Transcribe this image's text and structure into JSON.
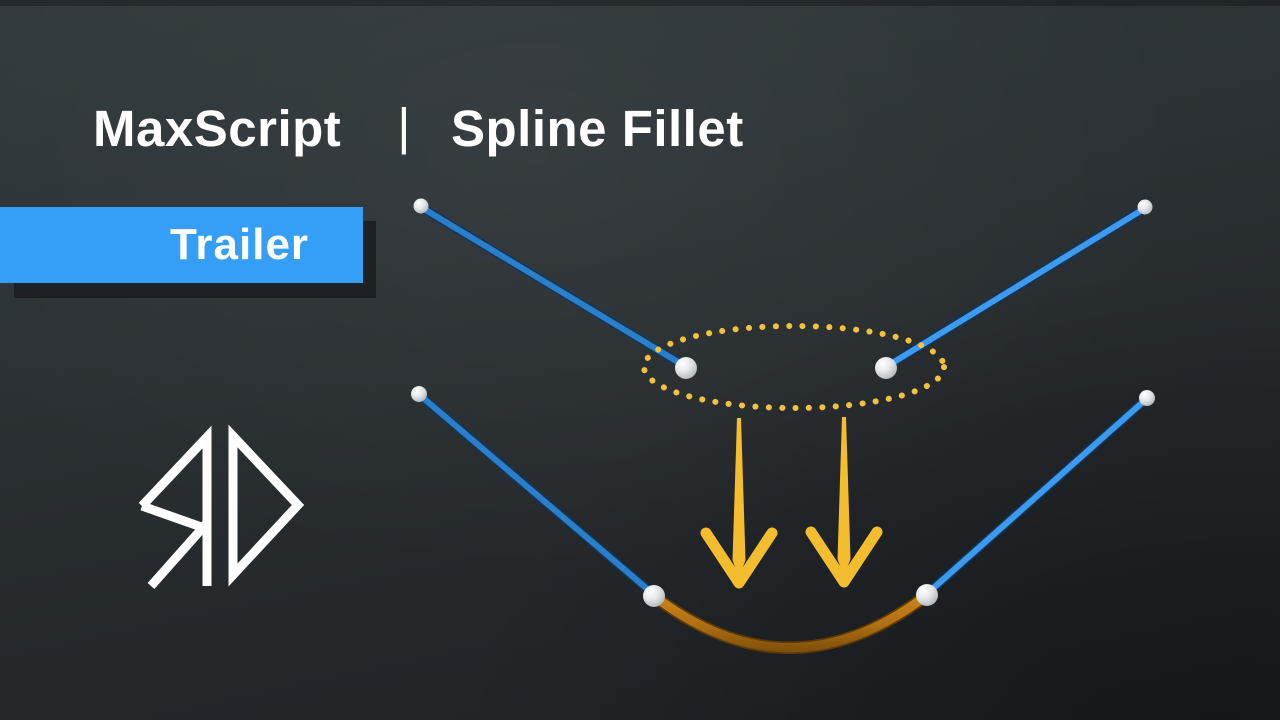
{
  "title": {
    "left": "MaxScript",
    "separator": "|",
    "right": "Spline Fillet"
  },
  "badge": {
    "label": "Trailer"
  },
  "icons": {
    "logo": "rd-monogram-logo",
    "arrow": "down-arrow-icon",
    "region_marker": "dotted-ellipse-marker"
  },
  "colors": {
    "background_top": "#323a3d",
    "background_bottom": "#1e2225",
    "title_text": "#ffffff",
    "badge_background": "#359ff7",
    "badge_text": "#ffffff",
    "badge_shadow": "#1c2022",
    "spline_blue": "#2a7fc8",
    "spline_blue_bright": "#3d9aec",
    "spline_blue_dark": "#10365e",
    "highlight_yellow": "#f2c13d",
    "arrow_yellow": "#f3bd2e",
    "fillet_orange": "#b06f12",
    "node_sphere": "#e3e6e8",
    "logo_white": "#ffffff"
  }
}
